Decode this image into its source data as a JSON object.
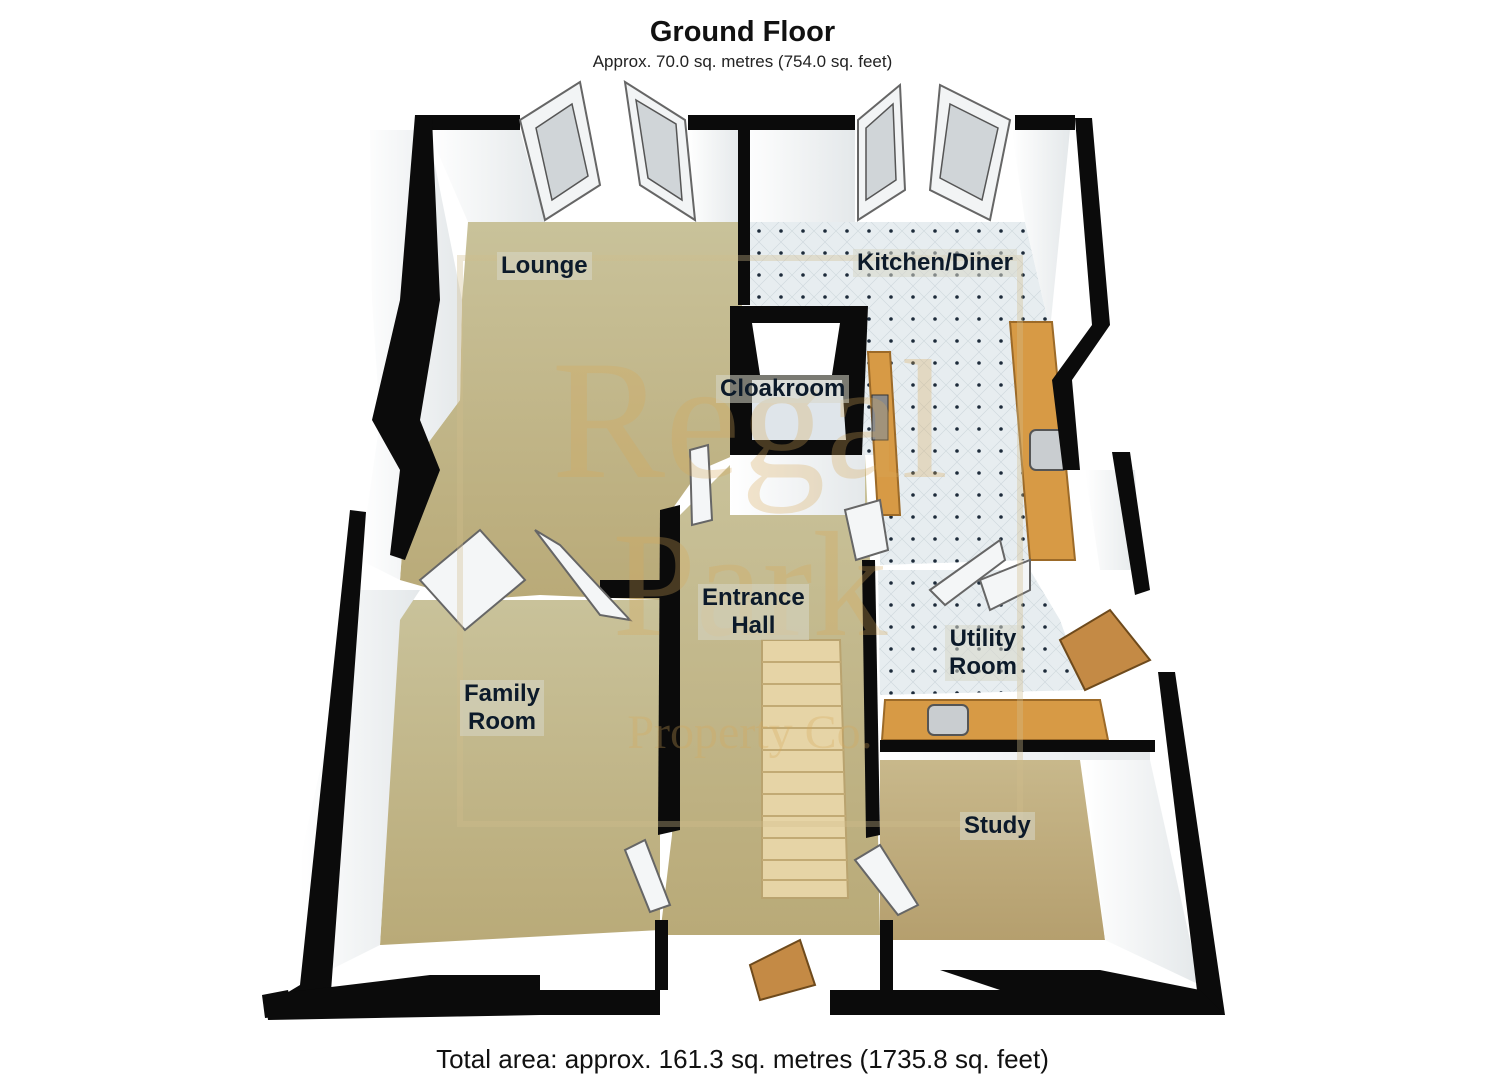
{
  "header": {
    "title": "Ground Floor",
    "subtitle": "Approx. 70.0 sq. metres (754.0 sq. feet)"
  },
  "rooms": {
    "lounge": "Lounge",
    "kitchen_diner": "Kitchen/Diner",
    "cloakroom": "Cloakroom",
    "entrance_hall_line1": "Entrance",
    "entrance_hall_line2": "Hall",
    "utility_line1": "Utility",
    "utility_line2": "Room",
    "family_line1": "Family",
    "family_line2": "Room",
    "study": "Study"
  },
  "watermark": {
    "line1": "Regal",
    "line2": "Park",
    "line3": "Property Co."
  },
  "footer": {
    "total_area": "Total area: approx. 161.3 sq. metres (1735.8 sq. feet)"
  },
  "colors": {
    "wall": "#0a0a0a",
    "carpet": "#c6b887",
    "tile": "#e6ecef",
    "worktop": "#d79a45"
  }
}
